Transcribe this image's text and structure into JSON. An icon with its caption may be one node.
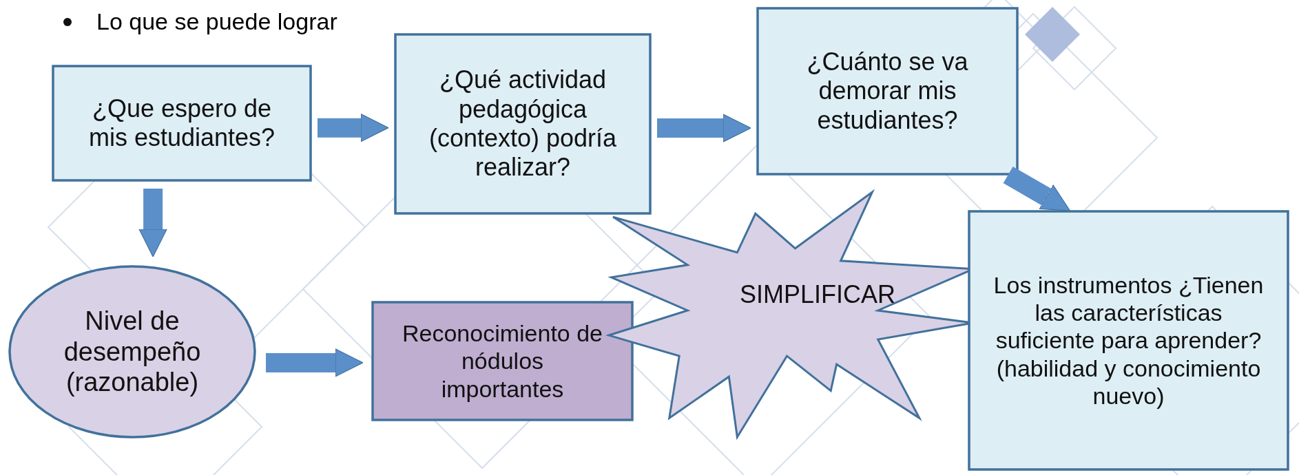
{
  "diagram": {
    "nodes": [
      {
        "text": [
          "¿Que espero de mis estudiantes?"
        ]
      },
      {
        "text": [
          "¿Qué actividad pedagógica (contexto) podría realizar?"
        ]
      },
      {
        "text": [
          "¿Cuánto se va demorar mis estudiantes?"
        ]
      },
      {
        "text": [
          "Nivel de desempeño (razonable)"
        ]
      },
      {
        "text": [
          "Reconocimiento de nódulos importantes"
        ]
      },
      {
        "text": [
          "SIMPLIFICAR"
        ]
      },
      {
        "text": [
          "Los instrumentos ¿Tienen las características suficiente para aprender? (habilidad y conocimiento nuevo)"
        ]
      }
    ],
    "edges": [
      {
        "from": 0,
        "to": 1,
        "arrow": "to"
      },
      {
        "from": 1,
        "to": 2,
        "arrow": "to"
      },
      {
        "from": 2,
        "to": 6,
        "arrow": "to"
      },
      {
        "from": 0,
        "to": 3,
        "arrow": "to"
      },
      {
        "from": 3,
        "to": 4,
        "arrow": "to"
      }
    ],
    "labels": [
      "Lo que se puede lograr"
    ]
  }
}
